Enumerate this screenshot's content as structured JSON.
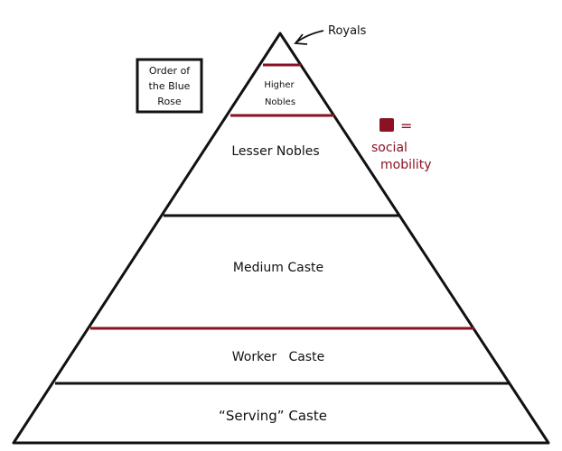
{
  "annotation": {
    "royals_label": "Royals"
  },
  "box": {
    "line1": "Order of",
    "line2": "the Blue",
    "line3": "Rose"
  },
  "legend": {
    "equals": "=",
    "line1": "social",
    "line2": "mobility",
    "swatch_color": "#8a1224"
  },
  "tiers": {
    "higher_line1": "Higher",
    "higher_line2": "Nobles",
    "lesser": "Lesser Nobles",
    "medium": "Medium Caste",
    "worker": "Worker   Caste",
    "serving": "“Serving” Caste"
  },
  "colors": {
    "black_line": "#111111",
    "mobility_line": "#8a1224"
  }
}
